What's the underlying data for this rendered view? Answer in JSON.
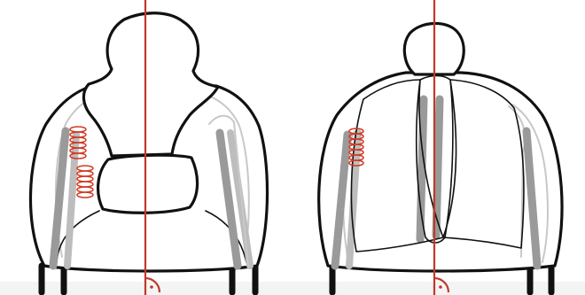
{
  "diagram": {
    "views": [
      {
        "id": "front-view",
        "pivot": "right-angle-marker"
      },
      {
        "id": "rear-view",
        "pivot": "pivot-dot"
      }
    ],
    "colors": {
      "outline": "#111111",
      "center_axis": "#c0392b",
      "springs": "#d23a25",
      "support_bars": "#9a9a9a",
      "ghost_lines": "#c8c8c8"
    },
    "icons": [
      "spring-icon",
      "right-angle-icon",
      "pivot-icon"
    ]
  }
}
